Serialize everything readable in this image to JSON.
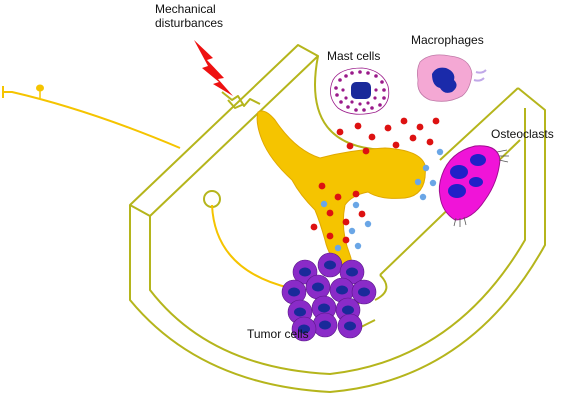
{
  "labels": {
    "mechanical_line1": "Mechanical",
    "mechanical_line2": "disturbances",
    "mast_cells": "Mast cells",
    "macrophages": "Macrophages",
    "osteoclasts": "Osteoclasts",
    "tumor_cells": "Tumor cells"
  },
  "colors": {
    "bone_outline": "#b5b51c",
    "nerve": "#f5c400",
    "nerve_outline": "#e0a800",
    "lightning": "#ee1111",
    "mediator_red": "#dd1111",
    "mediator_blue": "#6aa6e6",
    "tumor_cell": "#8a2bc8",
    "tumor_nucleus": "#1a2a9a",
    "osteoclast": "#f014d8",
    "osteoclast_nucleus": "#2020c8",
    "macrophage": "#f4a8d4",
    "mast_cell_granule": "#9a1a8a"
  },
  "icons": [
    "lightning-bolt-icon",
    "nerve-ending-icon"
  ]
}
